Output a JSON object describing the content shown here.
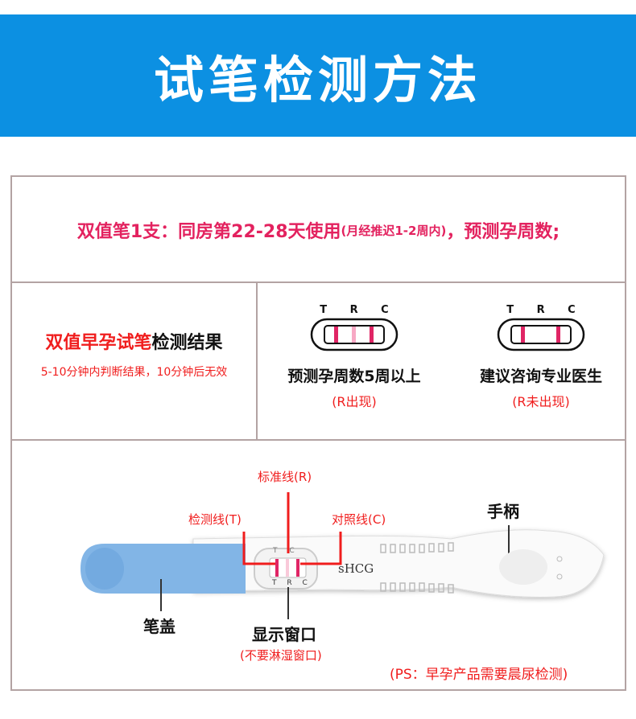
{
  "header": {
    "title": "试笔检测方法"
  },
  "usage": {
    "main": "双值笔1支：同房第22-28天使用",
    "note": "(月经推迟1-2周内)",
    "tail": "，预测孕周数;"
  },
  "results": {
    "title_red": "双值早孕试笔",
    "title_black": "检测结果",
    "subtitle": "5-10分钟内判断结果，10分钟后无效",
    "cases": [
      {
        "lines": "T R C",
        "label": "预测孕周数5周以上",
        "note": "(R出现)",
        "r_visible": true
      },
      {
        "lines": "T R C",
        "label": "建议咨询专业医生",
        "note": "(R未出现)",
        "r_visible": false
      }
    ]
  },
  "diagram": {
    "standard_line": "标准线(R)",
    "test_line": "检测线(T)",
    "control_line": "对照线(C)",
    "handle": "手柄",
    "cap": "笔盖",
    "window": "显示窗口",
    "window_note": "(不要淋湿窗口)",
    "brand": "sHCG",
    "window_top": "T C",
    "window_bottom": "T R C",
    "ps": "(PS：早孕产品需要晨尿检测)"
  },
  "colors": {
    "header": "#0c90e2",
    "accent": "#e3225f",
    "red": "#f01d1d",
    "line": "#e02565"
  }
}
